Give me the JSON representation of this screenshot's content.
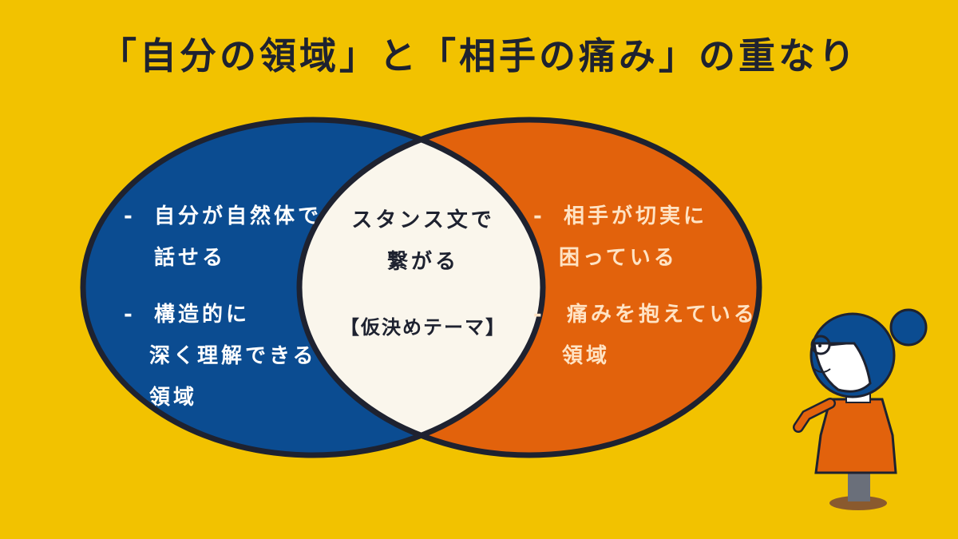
{
  "title": "「自分の領域」と「相手の痛み」の重なり",
  "left": {
    "items": [
      {
        "lines": [
          "自分が自然体で",
          "話せる"
        ]
      },
      {
        "lines": [
          "構造的に",
          "深く理解できる",
          "領域"
        ]
      }
    ]
  },
  "center": {
    "lines": [
      "スタンス文で",
      "繋がる"
    ],
    "tag": "【仮決めテーマ】"
  },
  "right": {
    "items": [
      {
        "lines": [
          "相手が切実に",
          "困っている"
        ]
      },
      {
        "lines": [
          "痛みを抱えている",
          "領域"
        ]
      }
    ]
  },
  "bullet_marker": "-",
  "colors": {
    "background": "#F2C200",
    "left_circle": "#0B4C91",
    "right_circle": "#E2620C",
    "overlap": "#FAF6EC",
    "outline": "#1E2230"
  }
}
